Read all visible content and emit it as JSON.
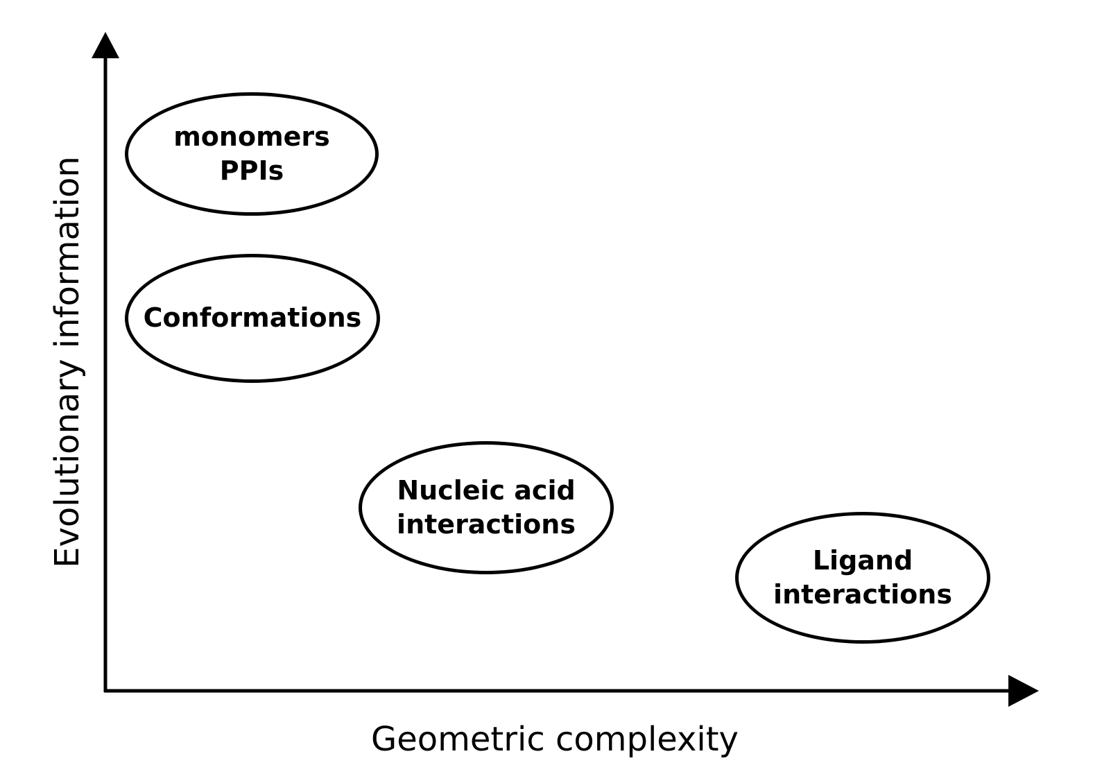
{
  "diagram": {
    "x_axis_label": "Geometric complexity",
    "y_axis_label": "Evolutionary information"
  },
  "ellipses": [
    {
      "id": "monomers-ppis",
      "lines": [
        "monomers",
        "PPIs"
      ]
    },
    {
      "id": "conformations",
      "lines": [
        "Conformations"
      ]
    },
    {
      "id": "nucleic-acid-interactions",
      "lines": [
        "Nucleic acid",
        "interactions"
      ]
    },
    {
      "id": "ligand-interactions",
      "lines": [
        "Ligand",
        "interactions"
      ]
    }
  ],
  "colors": {
    "stroke": "#000000",
    "text": "#000000",
    "background": "#ffffff"
  }
}
